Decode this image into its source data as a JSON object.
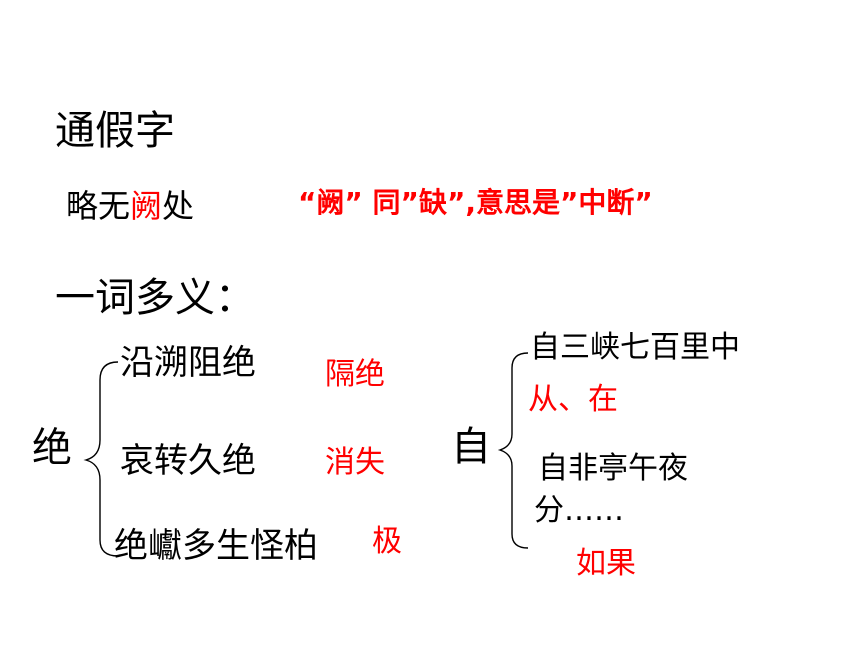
{
  "section_tongjiazi": {
    "heading": "通假字",
    "example_prefix": "略无",
    "example_char": "阙",
    "example_suffix": "处",
    "explanation": "“阙” 同”缺”,意思是”中断”"
  },
  "section_yiciduoyi": {
    "heading": "一词多义：",
    "jue": {
      "char": "绝",
      "items": [
        {
          "phrase": "沿溯阻绝",
          "meaning": "隔绝"
        },
        {
          "phrase": "哀转久绝",
          "meaning": "消失"
        },
        {
          "phrase": "绝巘多生怪柏",
          "meaning": "极"
        }
      ]
    },
    "zi": {
      "char": "自",
      "items": [
        {
          "phrase": "自三峡七百里中",
          "meaning": "从、在"
        },
        {
          "phrase_line1": "自非亭午夜",
          "phrase_line2": "分……",
          "meaning": "如果"
        }
      ]
    }
  },
  "colors": {
    "text": "#000000",
    "accent": "#ff0000"
  }
}
